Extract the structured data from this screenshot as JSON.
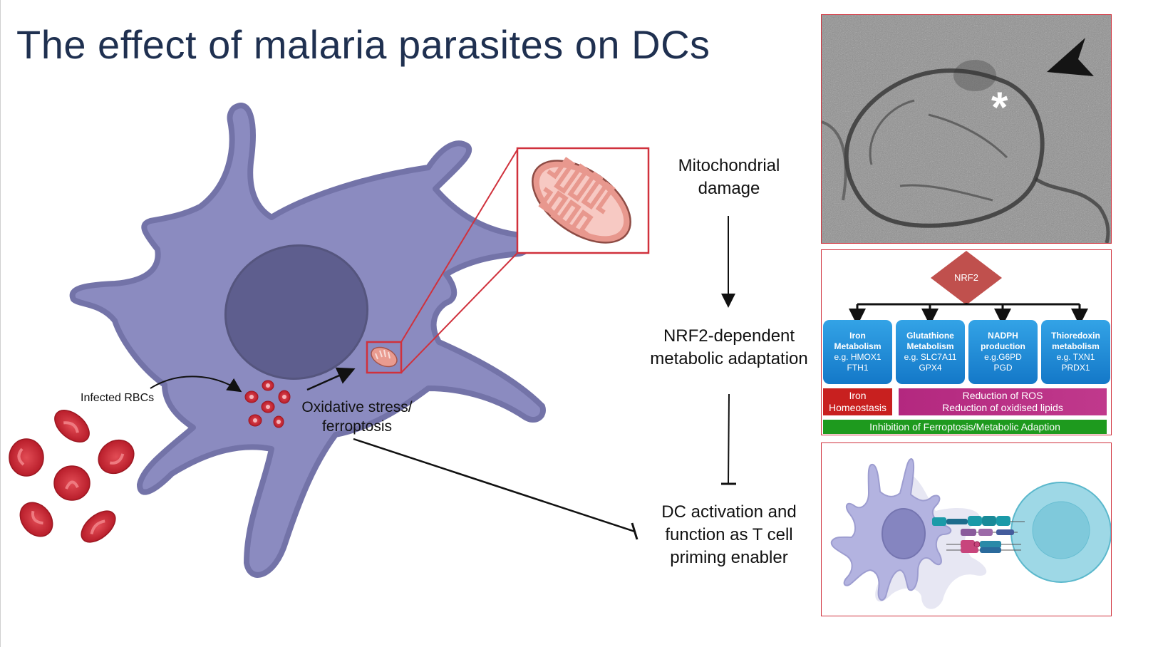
{
  "title": "The effect of malaria parasites on DCs",
  "labels": {
    "infected_rbcs": "Infected RBCs",
    "oxidative_line1": "Oxidative stress/",
    "oxidative_line2": "ferroptosis"
  },
  "flow": {
    "step1_line1": "Mitochondrial",
    "step1_line2": "damage",
    "step2_line1": "NRF2-dependent",
    "step2_line2": "metabolic adaptation",
    "step3_line1": "DC activation and",
    "step3_line2": "function as T cell",
    "step3_line3": "priming enabler"
  },
  "nrf2_panel": {
    "root": "NRF2",
    "boxes": [
      {
        "title1": "Iron",
        "title2": "Metabolism",
        "ex1": "e.g. HMOX1",
        "ex2": "FTH1"
      },
      {
        "title1": "Glutathione",
        "title2": "Metabolism",
        "ex1": "e.g. SLC7A11",
        "ex2": "GPX4"
      },
      {
        "title1": "NADPH",
        "title2": "production",
        "ex1": "e.g.G6PD",
        "ex2": "PGD"
      },
      {
        "title1": "Thioredoxin",
        "title2": "metabolism",
        "ex1": "e.g. TXN1",
        "ex2": "PRDX1"
      }
    ],
    "iron_homeostasis_1": "Iron",
    "iron_homeostasis_2": "Homeostasis",
    "reduction_1": "Reduction of ROS",
    "reduction_2": "Reduction of oxidised lipids",
    "inhibition": "Inhibition of Ferroptosis/Metabolic Adaption"
  },
  "colors": {
    "title": "#1f3050",
    "cell": "#8b8bc0",
    "nucleus": "#5e5e8e",
    "rbc": "#c8232f",
    "frame_red": "#d0313c",
    "nrf2_diamond": "#c0504d",
    "blue_box": "#1e88d6",
    "iron_band": "#c8201f",
    "reduction_band": "#b3287f",
    "inhibition_band": "#1e9a1e"
  },
  "icons": {
    "em_marker": "asterisk-icon",
    "em_pointer": "arrowhead-icon"
  }
}
